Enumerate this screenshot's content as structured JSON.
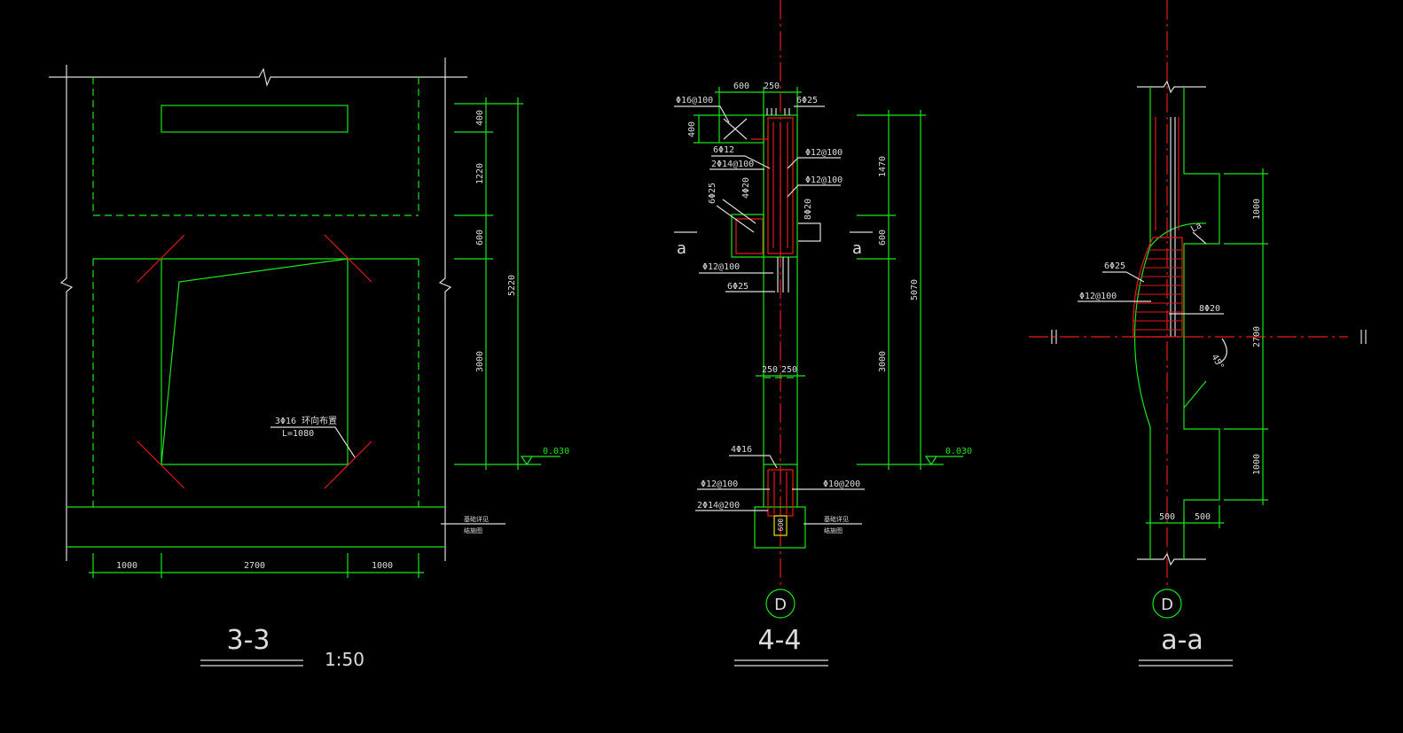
{
  "sections": {
    "s33": {
      "title": "3-3",
      "scale": "1:50",
      "bottom_dims": [
        "1000",
        "2700",
        "1000"
      ],
      "right_dims": [
        "400",
        "1220",
        "600",
        "3000"
      ],
      "total_dim": "5220",
      "rebar_note_1": "3Φ16 环向布置",
      "rebar_note_2": "L=1080",
      "elevation": "0.030",
      "base_note": "基础详见",
      "base_note_2": "结施图"
    },
    "s44": {
      "title": "4-4",
      "top_dims": [
        "600",
        "250"
      ],
      "labels": {
        "top_left": "Φ16@100",
        "top_right": "6Φ25",
        "left_height": "400",
        "l1": "6Φ12",
        "l2": "2Φ14@100",
        "l3": "6Φ25",
        "l4": "4Φ20",
        "r1": "Φ12@100",
        "r2": "Φ12@100",
        "r3": "8Φ20",
        "l5": "Φ12@100",
        "l6": "6Φ25",
        "mid_dims": [
          "250",
          "250"
        ],
        "b1": "4Φ16",
        "b2": "Φ12@100",
        "b3": "2Φ14@200",
        "b4": "Φ10@200",
        "b5": "600"
      },
      "section_mark_left": "a",
      "section_mark_right": "a",
      "right_dims": [
        "1470",
        "600",
        "3000"
      ],
      "total_dim": "5070",
      "elevation": "0.030",
      "base_note": "基础详见",
      "base_note_2": "结施图",
      "axis": "D"
    },
    "saa": {
      "title": "a-a",
      "right_dims": [
        "1000",
        "2700",
        "1000"
      ],
      "bottom_dims": [
        "500",
        "500"
      ],
      "labels": {
        "la": "La",
        "r1": "6Φ25",
        "r2": "Φ12@100",
        "r3": "8Φ20",
        "angle": "45°"
      },
      "axis": "D"
    }
  },
  "colors": {
    "background": "#000000",
    "outline": "#19e619",
    "rebar": "#e61919",
    "text": "#dcdcdc",
    "centerline": "#e61919"
  }
}
